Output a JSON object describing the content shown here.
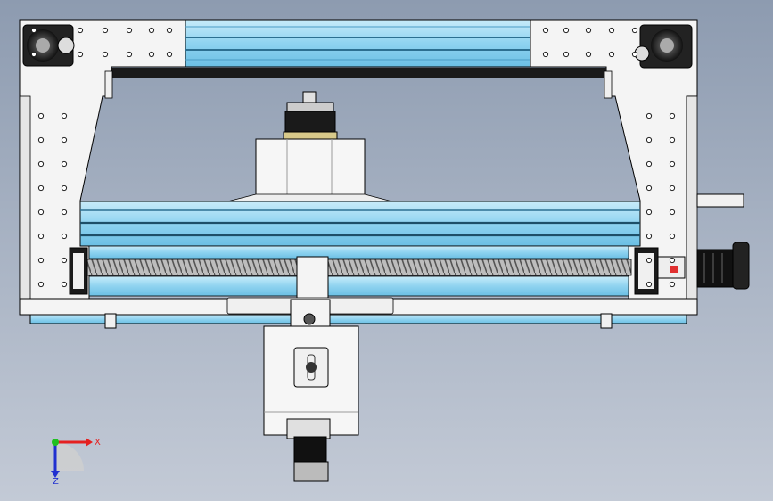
{
  "viewport": {
    "background_top": "#8d9bb0",
    "background_bottom": "#c3cad6"
  },
  "colors": {
    "rail_blue": "#8fd3f0",
    "rail_blue_dark": "#4a9cc4",
    "plate": "#f4f4f4",
    "outline": "#000000",
    "dark": "#1a1a1a",
    "x_axis": "#e52020",
    "y_axis": "#20c020",
    "z_axis": "#2030d0"
  },
  "triad": {
    "x_label": "X",
    "z_label": "Z"
  },
  "components": [
    "left-stepper-motor-icon",
    "right-stepper-motor-icon",
    "top-rail",
    "gantry-rail",
    "ball-screw",
    "spindle-carriage",
    "z-motor-icon",
    "x-drive-motor-icon"
  ]
}
